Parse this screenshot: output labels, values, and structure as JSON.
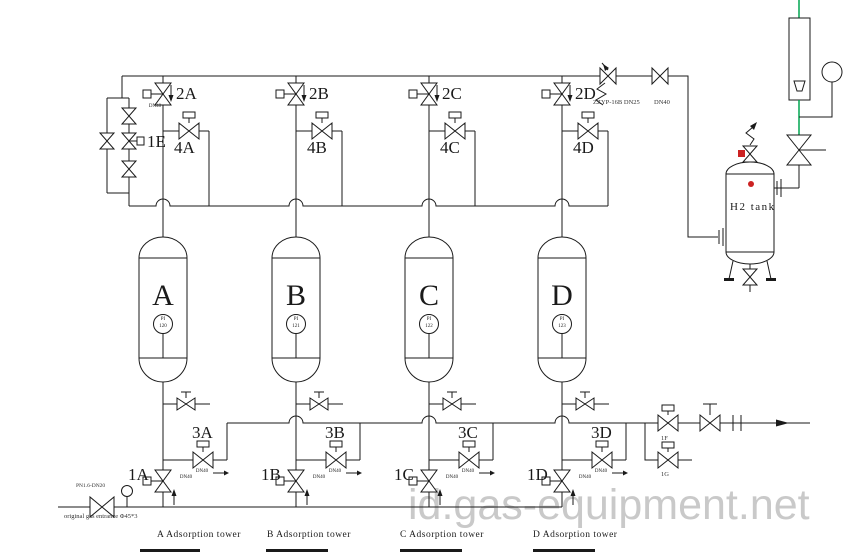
{
  "watermark": "id.gas-equipment.net",
  "colors": {
    "line": "#1a1a1a",
    "green": "#00a651",
    "red": "#cc2222",
    "watermark": "#c9c9c9"
  },
  "towers": [
    {
      "letter": "A",
      "pi_tag": "PI",
      "pi_num": "120",
      "v1": "1A",
      "v2": "2A",
      "v3": "3A",
      "v4": "4A",
      "dn": "DN40",
      "caption": "A Adsorption tower"
    },
    {
      "letter": "B",
      "pi_tag": "PI",
      "pi_num": "121",
      "v1": "1B",
      "v2": "2B",
      "v3": "3B",
      "v4": "4B",
      "dn": "DN40",
      "caption": "B Adsorption tower"
    },
    {
      "letter": "C",
      "pi_tag": "PI",
      "pi_num": "122",
      "v1": "1C",
      "v2": "2C",
      "v3": "3C",
      "v4": "4C",
      "dn": "DN40",
      "caption": "C Adsorption tower"
    },
    {
      "letter": "D",
      "pi_tag": "PI",
      "pi_num": "123",
      "v1": "1D",
      "v2": "2D",
      "v3": "3D",
      "v4": "4D",
      "dn": "DN40",
      "caption": "D Adsorption tower"
    }
  ],
  "bypass": {
    "label": "1E"
  },
  "top_line": {
    "dn_2a": "DN40",
    "regulator": "ZZYP-16B DN25",
    "dn_valve": "DN40"
  },
  "tank": {
    "label": "H2 tank"
  },
  "outlet": {
    "f": "1F",
    "g": "1G"
  },
  "feed": {
    "spec": "PN1.6-DN20",
    "note": "original gas entrance Φ45*3"
  }
}
